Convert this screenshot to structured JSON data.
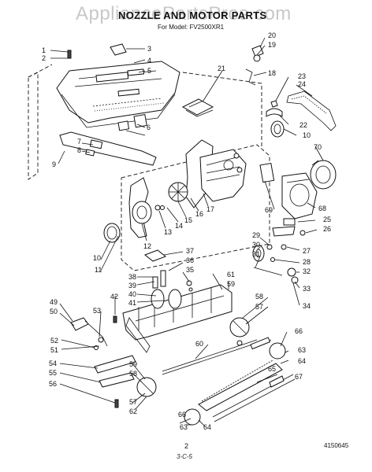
{
  "header": {
    "watermark": "AppliancePartsPros.com",
    "title": "NOZZLE AND MOTOR PARTS",
    "subtitle": "For Model: FV2500XR1"
  },
  "footer": {
    "page_number": "2",
    "document_number": "4150645",
    "handwritten_note": "3-C-5"
  },
  "callouts": {
    "c1": "1",
    "c2": "2",
    "c3": "3",
    "c4": "4",
    "c5": "5",
    "c6": "6",
    "c7": "7",
    "c8": "8",
    "c9": "9",
    "c10a": "10",
    "c10b": "10",
    "c11": "11",
    "c12": "12",
    "c13": "13",
    "c14": "14",
    "c15": "15",
    "c16": "16",
    "c17": "17",
    "c18": "18",
    "c19": "19",
    "c20": "20",
    "c21": "21",
    "c22": "22",
    "c23": "23",
    "c24": "24",
    "c25": "25",
    "c26": "26",
    "c27": "27",
    "c28": "28",
    "c29": "29",
    "c30": "30",
    "c31": "31",
    "c32": "32",
    "c33": "33",
    "c34": "34",
    "c35": "35",
    "c36": "36",
    "c37": "37",
    "c38": "38",
    "c39": "39",
    "c40": "40",
    "c41": "41",
    "c42": "42",
    "c49": "49",
    "c50": "50",
    "c51": "51",
    "c52": "52",
    "c53": "53",
    "c54": "54",
    "c55": "55",
    "c56": "56",
    "c57a": "57",
    "c57b": "57",
    "c58a": "58",
    "c58b": "58",
    "c59a": "59",
    "c59b": "59",
    "c60": "60",
    "c61": "61",
    "c62": "62",
    "c63a": "63",
    "c63b": "63",
    "c64a": "64",
    "c64b": "64",
    "c65": "65",
    "c66a": "66",
    "c66b": "66",
    "c67": "67",
    "c68": "68",
    "c69": "69",
    "c70": "70"
  }
}
